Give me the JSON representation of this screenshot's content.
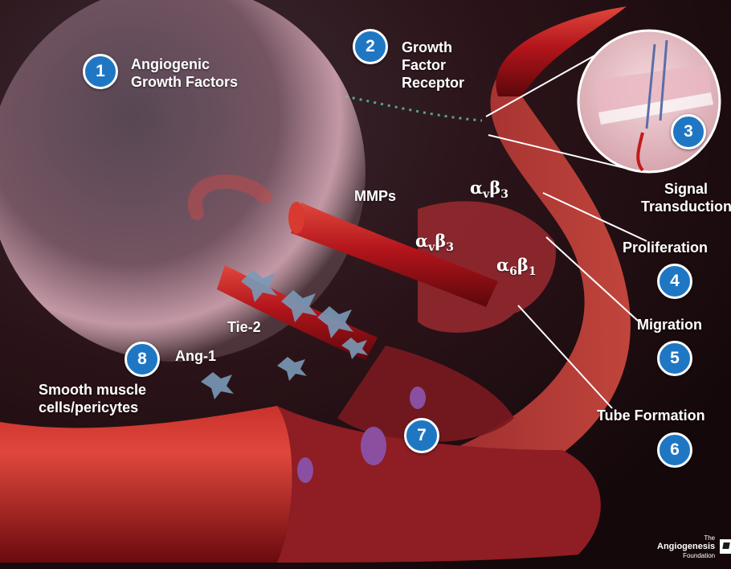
{
  "labels": {
    "angiogenic_growth_factors": "Angiogenic\nGrowth Factors",
    "growth_factor_receptor": "Growth\nFactor\nReceptor",
    "signal_transduction": "Signal\nTransduction",
    "mmps": "MMPs",
    "proliferation": "Proliferation",
    "migration": "Migration",
    "tube_formation": "Tube Formation",
    "tie2": "Tie-2",
    "ang1": "Ang-1",
    "smooth_muscle": "Smooth muscle\ncells/pericytes"
  },
  "integrins": {
    "avb3_upper": {
      "alpha": "α",
      "alpha_sub": "v",
      "beta": "β",
      "beta_sub": "3"
    },
    "avb3_lower": {
      "alpha": "α",
      "alpha_sub": "v",
      "beta": "β",
      "beta_sub": "3"
    },
    "a6b1": {
      "alpha": "α",
      "alpha_sub": "6",
      "beta": "β",
      "beta_sub": "1"
    }
  },
  "badges": {
    "b1": "1",
    "b2": "2",
    "b3": "3",
    "b4": "4",
    "b5": "5",
    "b6": "6",
    "b7": "7",
    "b8": "8"
  },
  "logo": {
    "prefix": "The",
    "name": "Angiogenesis",
    "suffix": "Foundation"
  },
  "colors": {
    "badge_blue": "#1f77c4",
    "vessel_red": "#b3151b",
    "background_dark": "#1c0c0e"
  }
}
